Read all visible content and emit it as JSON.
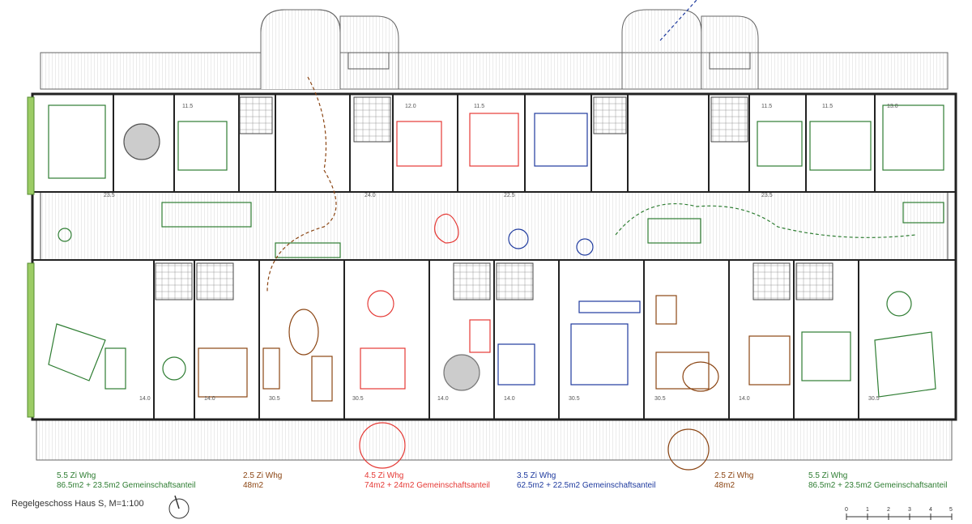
{
  "colors": {
    "green": "#2e7d32",
    "brown": "#8b4513",
    "red": "#e53935",
    "blue": "#1e3a9e",
    "wall": "#222222"
  },
  "caption": "Regelgeschoss Haus S, M=1:100",
  "scale_ticks": [
    "0",
    "1",
    "2",
    "3",
    "4",
    "5"
  ],
  "room_numbers": {
    "top": [
      "11.5",
      "12.0",
      "11.5",
      "11.5",
      "11.5",
      "13.0"
    ],
    "corridor": [
      "23.5",
      "24.0",
      "22.5",
      "23.5"
    ],
    "bottom": [
      "14.0",
      "14.0",
      "30.5",
      "30.5",
      "14.0",
      "14.0",
      "30.5",
      "30.5",
      "14.0",
      "30.5"
    ]
  },
  "units": [
    {
      "type": "5.5 Zi Whg",
      "area": "86.5m2 + 23.5m2 Gemeinschaftsanteil",
      "color": "green"
    },
    {
      "type": "2.5 Zi Whg",
      "area": "48m2",
      "color": "brown"
    },
    {
      "type": "4.5 Zi Whg",
      "area": "74m2 + 24m2  Gemeinschaftsanteil",
      "color": "red"
    },
    {
      "type": "3.5 Zi Whg",
      "area": "62.5m2 + 22.5m2 Gemeinschaftsanteil",
      "color": "blue"
    },
    {
      "type": "2.5 Zi Whg",
      "area": "48m2",
      "color": "brown"
    },
    {
      "type": "5.5 Zi Whg",
      "area": "86.5m2 + 23.5m2 Gemeinschaftsanteil",
      "color": "green"
    }
  ]
}
